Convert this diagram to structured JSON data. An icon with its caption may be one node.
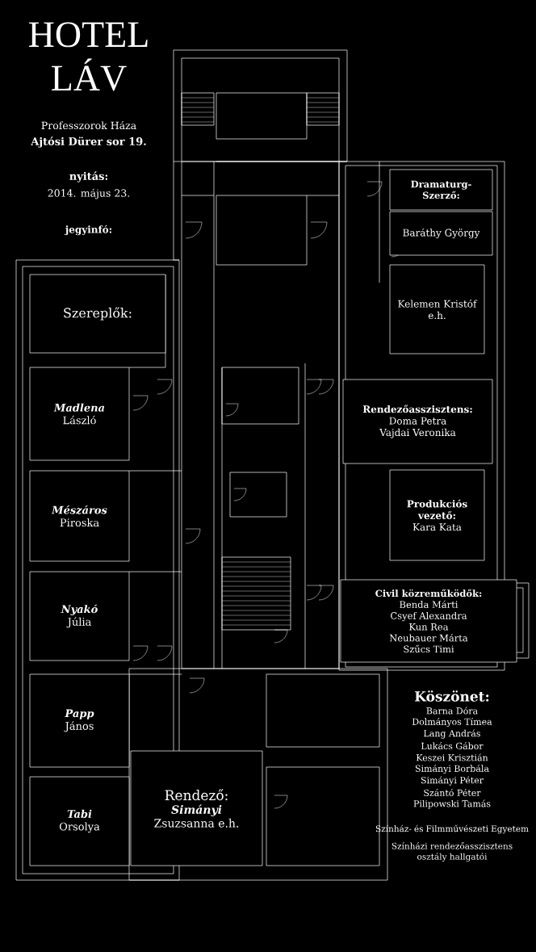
{
  "diagram": {
    "title": "HOTEL LÁV",
    "nodes": [
      {
        "text": [
          "Szereplők:"
        ]
      },
      {
        "text": [
          "Madlena",
          "László"
        ]
      },
      {
        "text": [
          "Mészáros",
          "Piroska"
        ]
      },
      {
        "text": [
          "Nyakó",
          "Júlia"
        ]
      },
      {
        "text": [
          "Papp",
          "János"
        ]
      },
      {
        "text": [
          "Tabi",
          "Orsolya"
        ]
      },
      {
        "text": [
          "Rendező:",
          "Simányi",
          "Zsuzsanna e.h."
        ]
      },
      {
        "text": [
          "Dramaturg-Szerző:"
        ]
      },
      {
        "text": [
          "Baráthy György"
        ]
      },
      {
        "text": [
          "Kelemen Kristóf e.h."
        ]
      },
      {
        "text": [
          "Rendezőasszisztens:",
          "Doma Petra",
          "Vajdai Veronika"
        ]
      },
      {
        "text": [
          "Produkciós vezető:",
          "Kara Kata"
        ]
      },
      {
        "text": [
          "Civil közreműködők:",
          "Benda Márti",
          "Csyef Alexandra",
          "Kun Rea",
          "Neubauer Márta",
          "Szűcs Timi"
        ]
      }
    ],
    "labels": [
      "Professzorok Háza",
      "Ajtósi Dürer sor 19.",
      "nyitás:",
      "2014. május 23.",
      "jegyinfó:",
      "Köszönet:",
      "Barna Dóra",
      "Dolmányos Tímea",
      "Lang András",
      "Lukács Gábor",
      "Keszei Krisztián",
      "Simányi Borbála",
      "Simányi Péter",
      "Szántó Péter",
      "Pilipowski Tamás",
      "Színház- és Filmművészeti Egyetem",
      "Színházi rendezőasszisztens osztály hallgatói"
    ]
  }
}
